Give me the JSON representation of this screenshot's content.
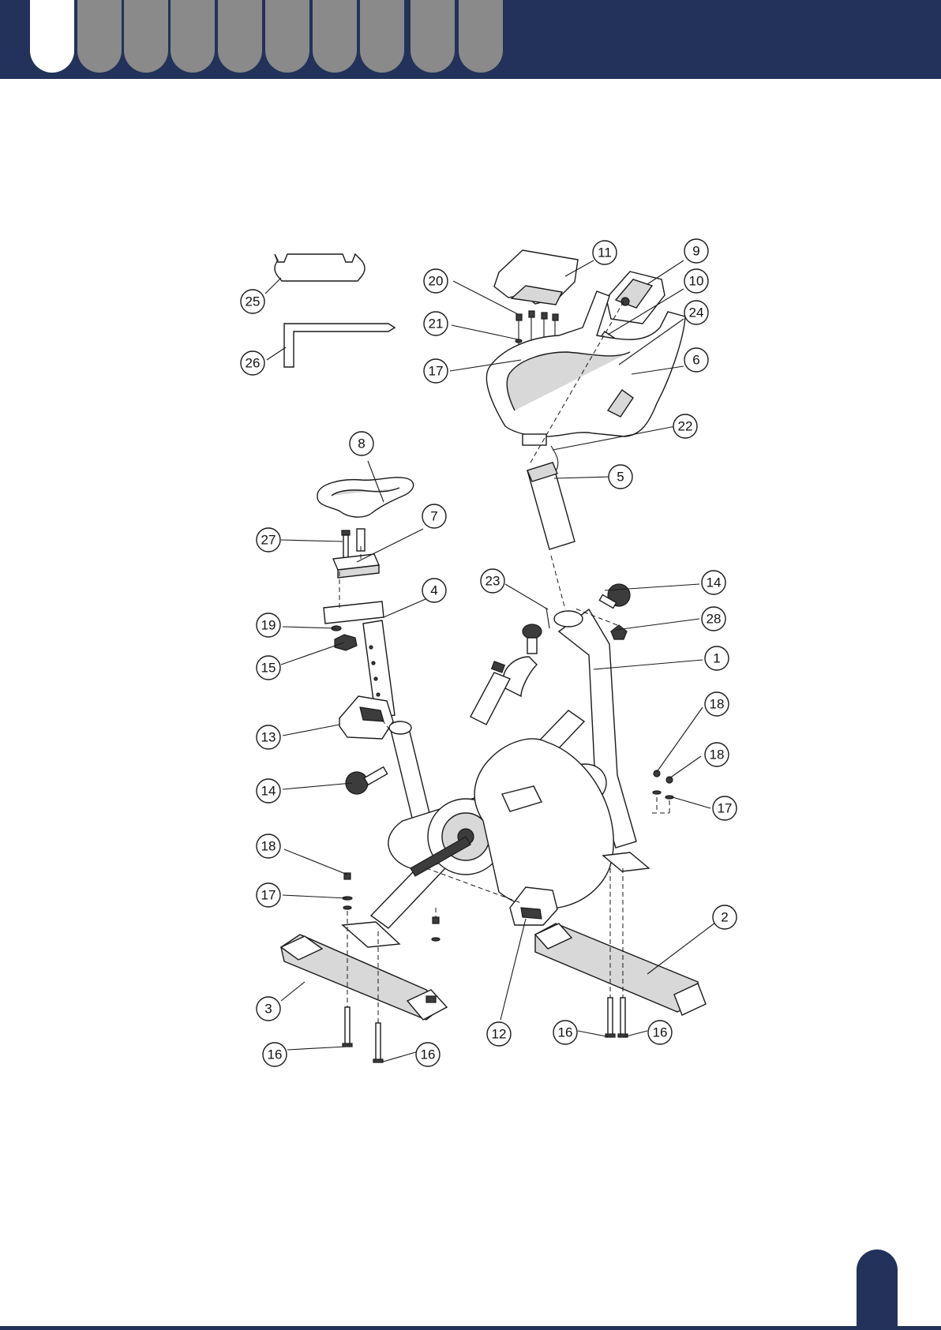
{
  "header": {
    "tabs": [
      {
        "state": "active"
      },
      {
        "state": "inactive"
      },
      {
        "state": "inactive"
      },
      {
        "state": "inactive"
      },
      {
        "state": "inactive"
      },
      {
        "state": "inactive"
      },
      {
        "state": "inactive"
      },
      {
        "state": "inactive"
      },
      {
        "state": "inactive"
      },
      {
        "state": "inactive"
      }
    ]
  },
  "colors": {
    "header_background": "#22325a",
    "tab_inactive": "#8a8a8a",
    "tab_active": "#ffffff",
    "line_art": "#1a1a1a"
  },
  "callouts": [
    {
      "number": "1",
      "part": "main-frame"
    },
    {
      "number": "2",
      "part": "rear-stabilizer"
    },
    {
      "number": "3",
      "part": "front-stabilizer"
    },
    {
      "number": "4",
      "part": "seat-post"
    },
    {
      "number": "5",
      "part": "handlebar-post"
    },
    {
      "number": "6",
      "part": "handlebar"
    },
    {
      "number": "7",
      "part": "seat-slider"
    },
    {
      "number": "8",
      "part": "seat"
    },
    {
      "number": "9",
      "part": "computer"
    },
    {
      "number": "10",
      "part": "computer-bracket"
    },
    {
      "number": "11",
      "part": "handlebar-cover"
    },
    {
      "number": "12",
      "part": "pedal-right"
    },
    {
      "number": "13",
      "part": "pedal-left"
    },
    {
      "number": "14",
      "part": "adjustment-knob-upper"
    },
    {
      "number": "14",
      "part": "adjustment-knob-lower"
    },
    {
      "number": "15",
      "part": "seat-knob"
    },
    {
      "number": "16",
      "part": "bolt-front-left"
    },
    {
      "number": "16",
      "part": "bolt-front-right"
    },
    {
      "number": "16",
      "part": "bolt-rear-left"
    },
    {
      "number": "16",
      "part": "bolt-rear-right"
    },
    {
      "number": "17",
      "part": "washer-handlebar"
    },
    {
      "number": "17",
      "part": "washer-rear"
    },
    {
      "number": "17",
      "part": "washer-front"
    },
    {
      "number": "18",
      "part": "nut-rear-upper"
    },
    {
      "number": "18",
      "part": "nut-rear-lower"
    },
    {
      "number": "18",
      "part": "nut-front"
    },
    {
      "number": "19",
      "part": "seat-washer"
    },
    {
      "number": "20",
      "part": "handlebar-bolt"
    },
    {
      "number": "21",
      "part": "handlebar-washer"
    },
    {
      "number": "22",
      "part": "sensor-wire"
    },
    {
      "number": "23",
      "part": "tension-screw"
    },
    {
      "number": "24",
      "part": "bracket-screw"
    },
    {
      "number": "25",
      "part": "wrench"
    },
    {
      "number": "26",
      "part": "allen-key"
    },
    {
      "number": "27",
      "part": "seat-bolt"
    },
    {
      "number": "28",
      "part": "plug"
    }
  ]
}
